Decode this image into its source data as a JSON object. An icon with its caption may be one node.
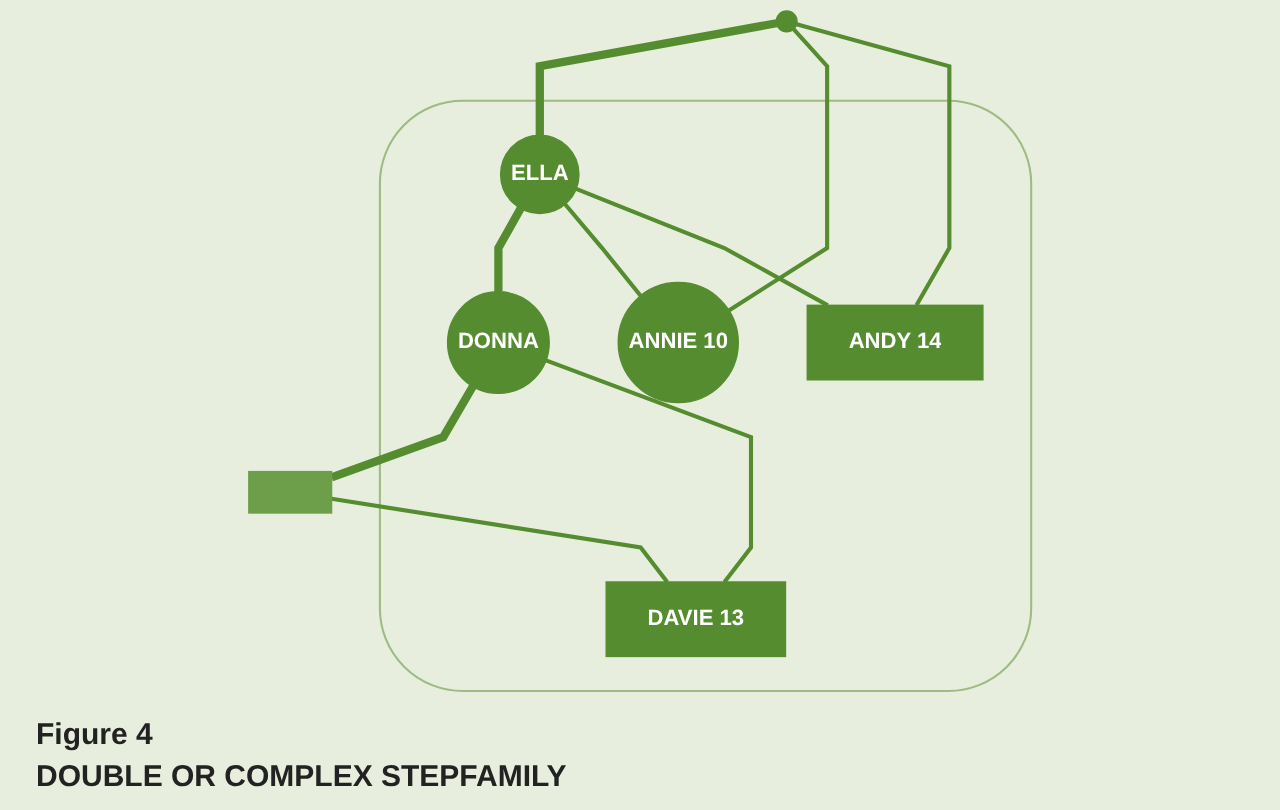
{
  "diagram": {
    "caption": "DOUBLE OR COMPLEX STEPFAMILY",
    "nodes": [
      {
        "text": [],
        "shape": "ellipse"
      },
      {
        "text": [],
        "shape": "circle"
      },
      {
        "text": [
          "ELLA"
        ],
        "in": 0
      },
      {
        "text": [
          "DONNA"
        ],
        "in": 0
      },
      {
        "text": [],
        "shape": "box"
      },
      {
        "text": [
          "ANNIE 10"
        ],
        "in": 0
      },
      {
        "text": [
          "ANDY 14"
        ],
        "in": 0
      },
      {
        "text": [
          "DAVIE 13"
        ],
        "in": 0
      }
    ],
    "edges": [
      {
        "from": 1,
        "to": 2,
        "arrow": "none",
        "style": "thick"
      },
      {
        "from": 2,
        "to": 3,
        "arrow": "none",
        "style": "thick"
      },
      {
        "from": 3,
        "to": 4,
        "arrow": "none",
        "style": "thick"
      },
      {
        "from": 1,
        "to": 5,
        "arrow": "none"
      },
      {
        "from": 1,
        "to": 6,
        "arrow": "none"
      },
      {
        "from": 2,
        "to": 5,
        "arrow": "none"
      },
      {
        "from": 2,
        "to": 6,
        "arrow": "none"
      },
      {
        "from": 3,
        "to": 7,
        "arrow": "none"
      },
      {
        "from": 4,
        "to": 7,
        "arrow": "none"
      }
    ],
    "labels": [
      "Figure 4"
    ]
  }
}
